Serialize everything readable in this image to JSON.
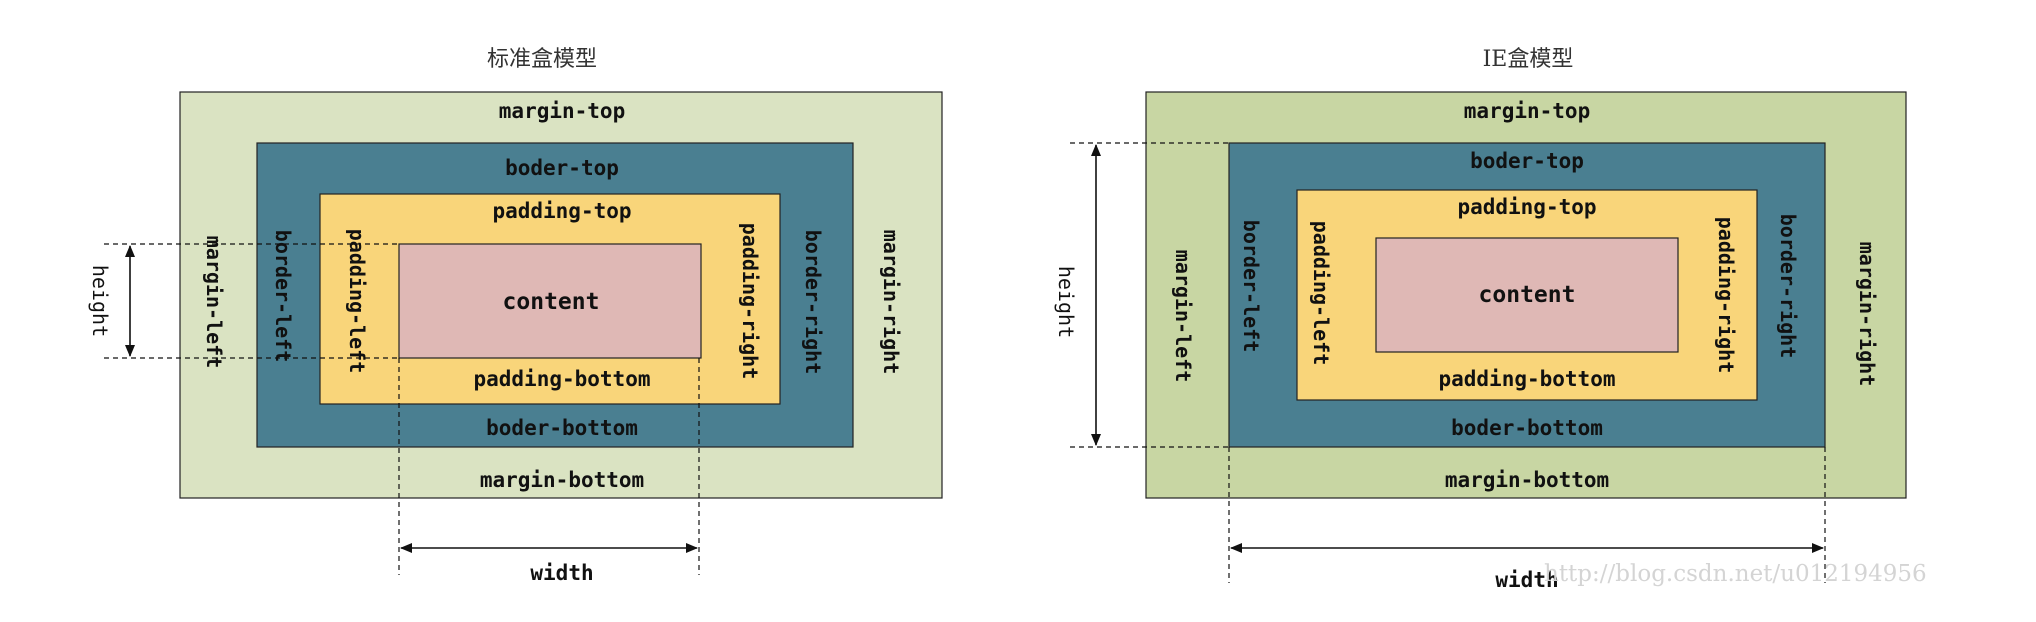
{
  "colors": {
    "margin_standard": "#dae3c2",
    "margin_ie": "#c8d6a3",
    "border": "#4a7f91",
    "padding": "#f9d57a",
    "content": "#dfb8b5"
  },
  "standard": {
    "title": "标准盒模型",
    "margin_top": "margin-top",
    "margin_bottom": "margin-bottom",
    "margin_left": "margin-left",
    "margin_right": "margin-right",
    "border_top": "boder-top",
    "border_bottom": "boder-bottom",
    "border_left": "border-left",
    "border_right": "border-right",
    "padding_top": "padding-top",
    "padding_bottom": "padding-bottom",
    "padding_left": "padding-left",
    "padding_right": "padding-right",
    "content": "content",
    "height": "height",
    "width": "width"
  },
  "ie": {
    "title": "IE盒模型",
    "margin_top": "margin-top",
    "margin_bottom": "margin-bottom",
    "margin_left": "margin-left",
    "margin_right": "margin-right",
    "border_top": "boder-top",
    "border_bottom": "boder-bottom",
    "border_left": "border-left",
    "border_right": "border-right",
    "padding_top": "padding-top",
    "padding_bottom": "padding-bottom",
    "padding_left": "padding-left",
    "padding_right": "padding-right",
    "content": "content",
    "height": "height",
    "width": "width"
  },
  "watermark": "http://blog.csdn.net/u012194956"
}
